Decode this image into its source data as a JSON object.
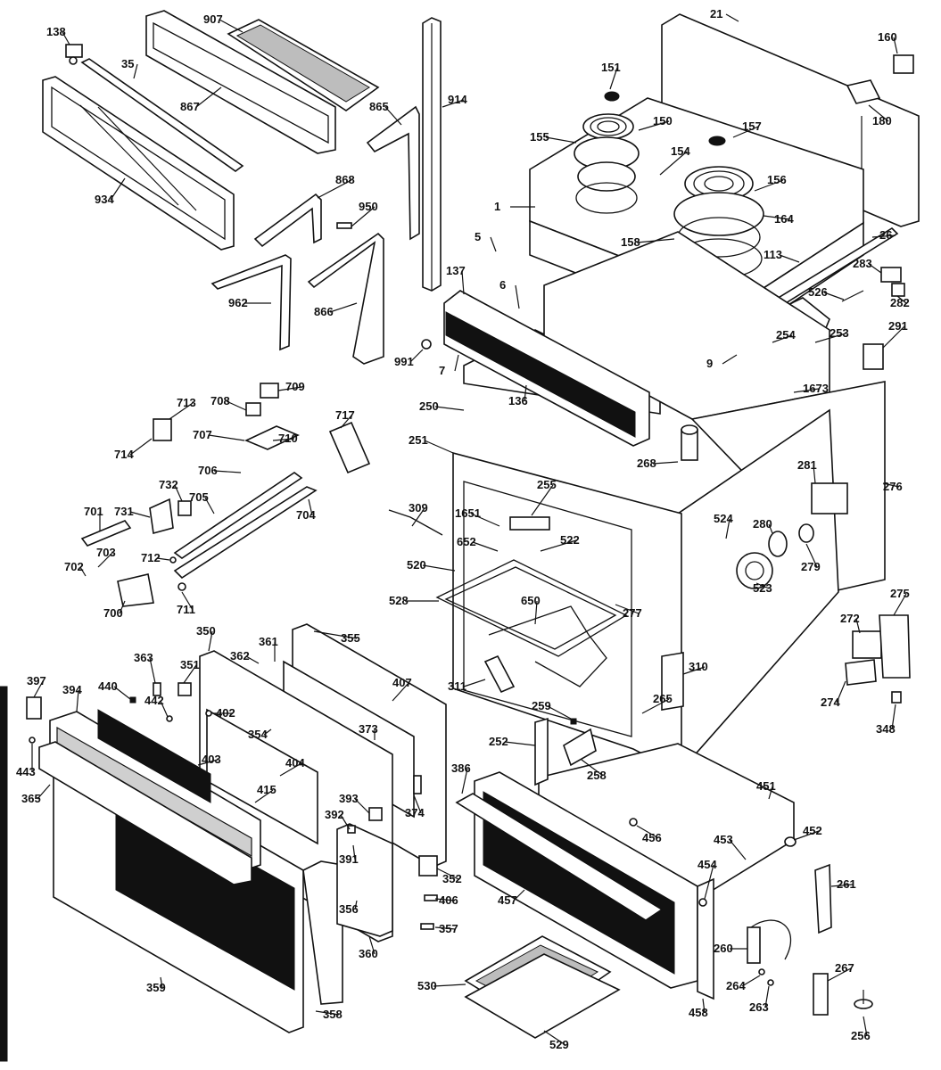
{
  "diagram": {
    "part_numbers": [
      "1",
      "5",
      "6",
      "7",
      "9",
      "21",
      "26",
      "35",
      "113",
      "136",
      "137",
      "138",
      "150",
      "151",
      "154",
      "155",
      "156",
      "157",
      "158",
      "160",
      "164",
      "180",
      "250",
      "251",
      "252",
      "253",
      "254",
      "255",
      "256",
      "258",
      "259",
      "260",
      "261",
      "263",
      "264",
      "265",
      "267",
      "268",
      "272",
      "274",
      "275",
      "276",
      "277",
      "279",
      "280",
      "281",
      "282",
      "283",
      "291",
      "309",
      "310",
      "311",
      "348",
      "350",
      "351",
      "352",
      "354",
      "355",
      "356",
      "357",
      "358",
      "359",
      "360",
      "361",
      "362",
      "363",
      "365",
      "373",
      "374",
      "386",
      "391",
      "392",
      "393",
      "394",
      "397",
      "402",
      "403",
      "404",
      "406",
      "407",
      "415",
      "440",
      "442",
      "443",
      "451",
      "452",
      "453",
      "454",
      "456",
      "457",
      "458",
      "520",
      "522",
      "523",
      "524",
      "526",
      "528",
      "529",
      "530",
      "650",
      "652",
      "700",
      "701",
      "702",
      "703",
      "704",
      "705",
      "706",
      "707",
      "708",
      "709",
      "710",
      "711",
      "712",
      "713",
      "714",
      "717",
      "731",
      "732",
      "865",
      "866",
      "867",
      "868",
      "907",
      "914",
      "934",
      "950",
      "962",
      "991",
      "1651",
      "1673"
    ]
  }
}
